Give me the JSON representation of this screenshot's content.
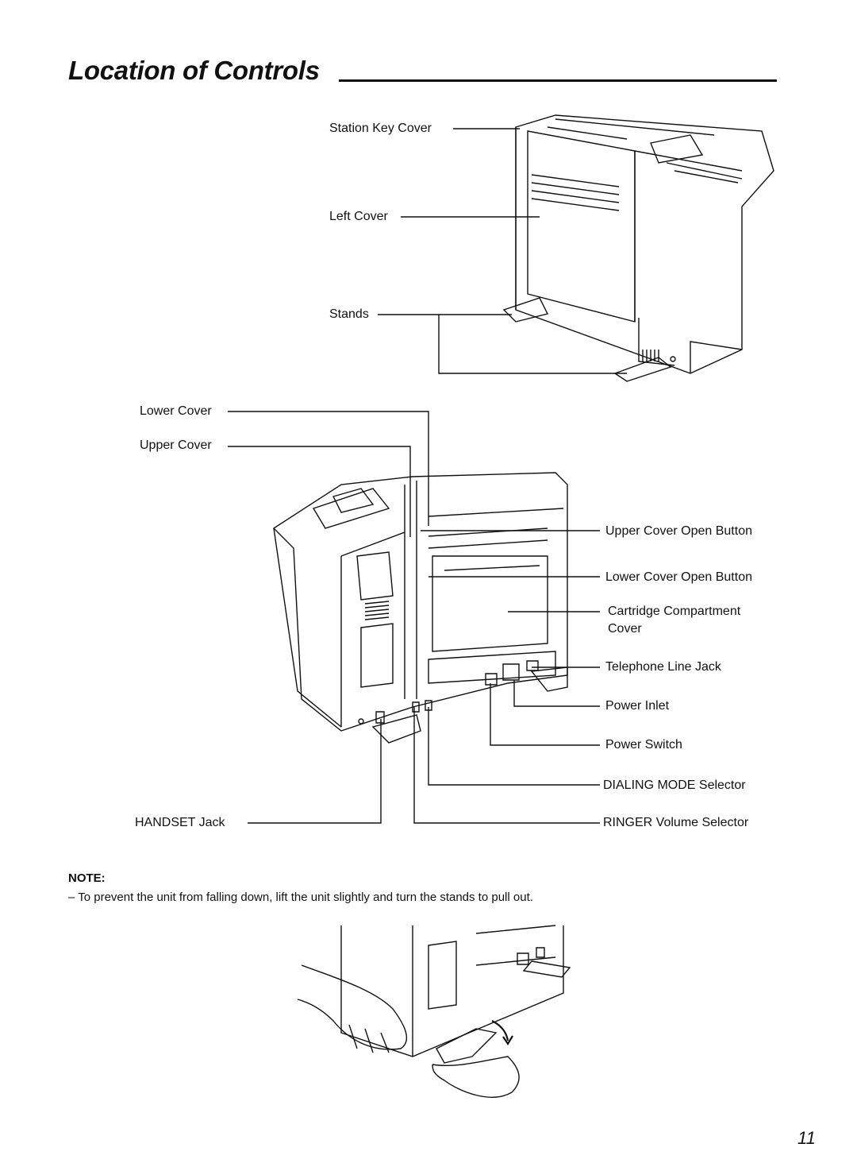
{
  "page": {
    "title": "Location of Controls",
    "page_number": "11"
  },
  "top_figure": {
    "labels": {
      "station_key_cover": "Station Key Cover",
      "left_cover": "Left Cover",
      "stands": "Stands"
    }
  },
  "rear_figure": {
    "left_labels": {
      "lower_cover": "Lower Cover",
      "upper_cover": "Upper Cover",
      "handset_jack": "HANDSET Jack"
    },
    "right_labels": {
      "upper_cover_open_button": "Upper Cover Open Button",
      "lower_cover_open_button": "Lower Cover Open Button",
      "cartridge_compartment_line1": "Cartridge Compartment",
      "cartridge_compartment_line2": "Cover",
      "telephone_line_jack": "Telephone Line Jack",
      "power_inlet": "Power Inlet",
      "power_switch": "Power Switch",
      "dialing_mode_selector": "DIALING MODE Selector",
      "ringer_volume_selector": "RINGER Volume Selector"
    }
  },
  "note": {
    "heading": "NOTE:",
    "text": "– To prevent the unit from falling down, lift the unit slightly and turn the stands to pull out."
  }
}
